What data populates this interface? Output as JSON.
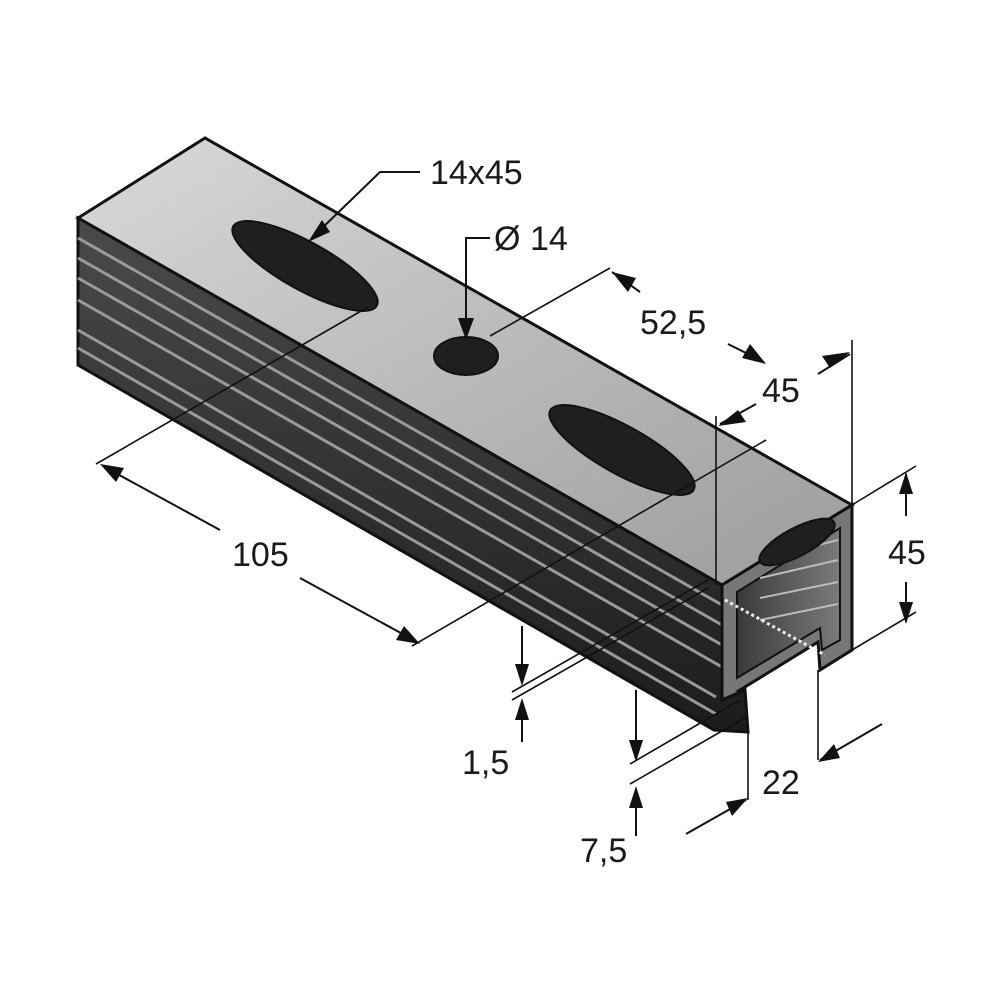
{
  "drawing": {
    "dimensions": {
      "slot": "14x45",
      "hole": "14",
      "hole_symbol": "Ø",
      "pitch_half": "52,5",
      "pitch": "105",
      "depth": "45",
      "height": "45",
      "thickness": "1,5",
      "lip": "7,5",
      "opening": "22"
    }
  },
  "colors": {
    "top_face": "#c8c8c8",
    "side_face": "#2b2b2b",
    "end_face": "#6e6e6e",
    "outline": "#111111",
    "background": "#ffffff"
  }
}
